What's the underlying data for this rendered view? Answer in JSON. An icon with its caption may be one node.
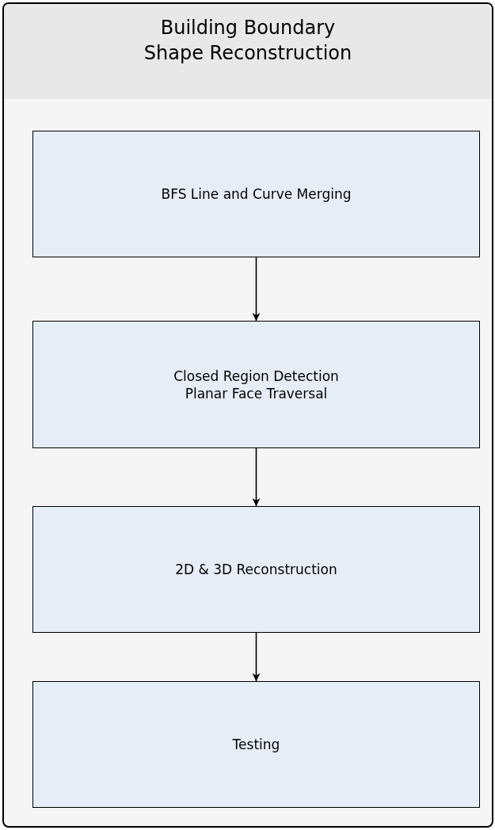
{
  "diagram": {
    "nodes": [
      {
        "text": [
          "Building Boundary Shape Reconstruction"
        ]
      },
      {
        "text": [
          "BFS Line and Curve Merging"
        ],
        "in": 0
      },
      {
        "text": [
          "Closed Region Detection Planar Face Traversal"
        ],
        "in": 0
      },
      {
        "text": [
          "2D & 3D Reconstruction"
        ],
        "in": 0
      },
      {
        "text": [
          "Testing"
        ],
        "in": 0
      }
    ],
    "edges": [
      {
        "from": 1,
        "to": 2,
        "arrow": "to"
      },
      {
        "from": 2,
        "to": 3,
        "arrow": "to"
      },
      {
        "from": 3,
        "to": 4,
        "arrow": "to"
      }
    ]
  }
}
